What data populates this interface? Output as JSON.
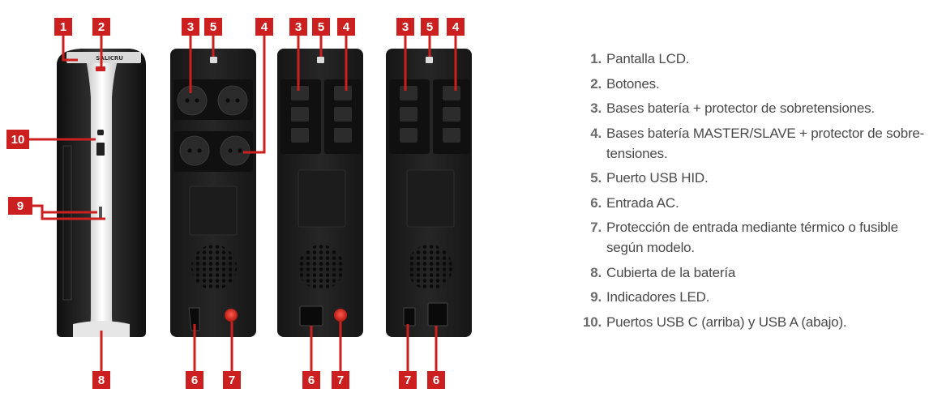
{
  "colors": {
    "badge": "#cc1f1f",
    "badge_text": "#ffffff",
    "ups_body": "#1c1c1c",
    "ups_panel": "#262626",
    "callout_line": "#cc1f1f",
    "legend_text": "#4a4a4a"
  },
  "front_panel": {
    "display_text": "SALICRU"
  },
  "badges": {
    "front": {
      "lcd": "1",
      "buttons": "2",
      "usb": "10",
      "led": "9",
      "battery_cover": "8"
    },
    "rear_schuko": {
      "outlets": "3",
      "usb_hid": "5",
      "master_slave": "4",
      "ac_input": "6",
      "protection": "7"
    },
    "rear_iec_fuse": {
      "outlets": "3",
      "usb_hid": "5",
      "master_slave": "4",
      "ac_input": "6",
      "protection": "7"
    },
    "rear_iec_thermal": {
      "outlets": "3",
      "usb_hid": "5",
      "master_slave": "4",
      "protection": "7",
      "ac_input": "6"
    }
  },
  "legend": [
    {
      "num": "1.",
      "text": "Pantalla LCD."
    },
    {
      "num": "2.",
      "text": "Botones."
    },
    {
      "num": "3.",
      "text": "Bases batería + protector de sobretensiones."
    },
    {
      "num": "4.",
      "text": "Bases batería MASTER/SLAVE + protector de sobre-tensiones."
    },
    {
      "num": "5.",
      "text": "Puerto USB HID."
    },
    {
      "num": "6.",
      "text": "Entrada AC."
    },
    {
      "num": "7.",
      "text": "Protección de entrada mediante térmico o fusible según modelo."
    },
    {
      "num": "8.",
      "text": "Cubierta de la batería"
    },
    {
      "num": "9.",
      "text": "Indicadores LED."
    },
    {
      "num": "10.",
      "text": "Puertos USB C (arriba) y USB A (abajo)."
    }
  ]
}
